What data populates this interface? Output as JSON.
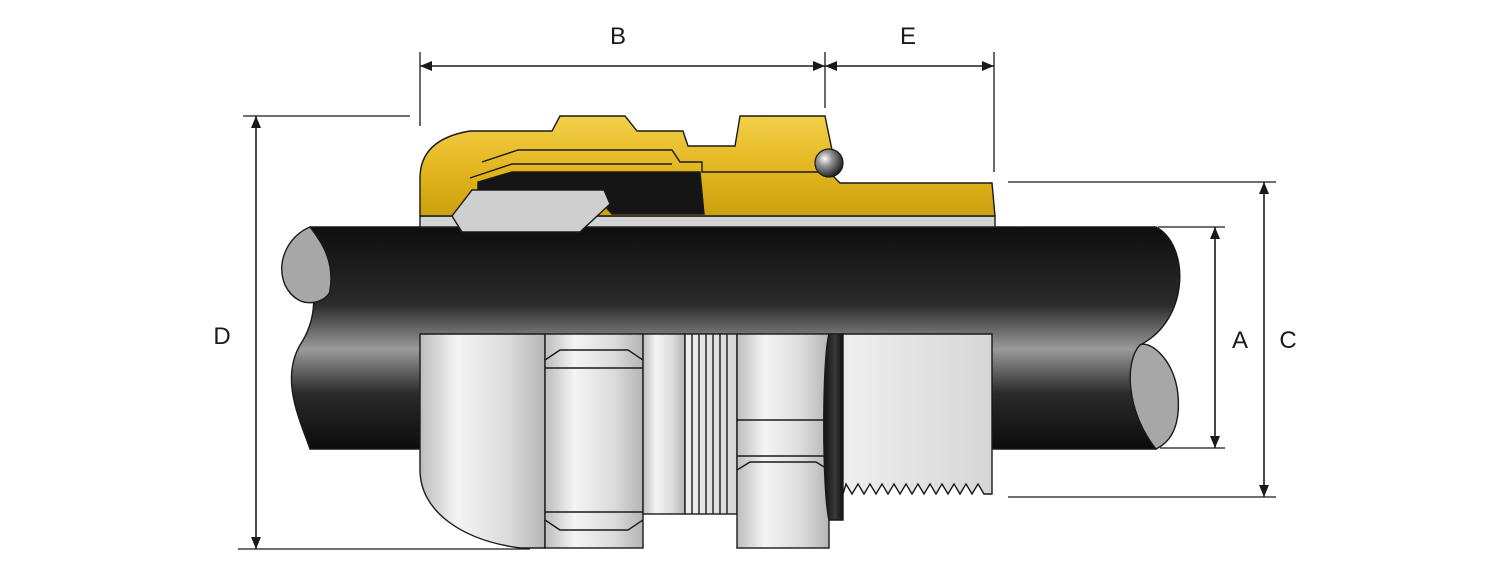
{
  "dimensions": {
    "a_label": "A",
    "b_label": "B",
    "c_label": "C",
    "d_label": "D",
    "e_label": "E"
  },
  "colors": {
    "brass": "#e8c22a",
    "brass_dark": "#b58a06",
    "cable_sheath": "#1e1e1e",
    "metal_silver": "#d9d9d9",
    "cable_end": "#a7a7a7",
    "seal_black": "#151515"
  }
}
